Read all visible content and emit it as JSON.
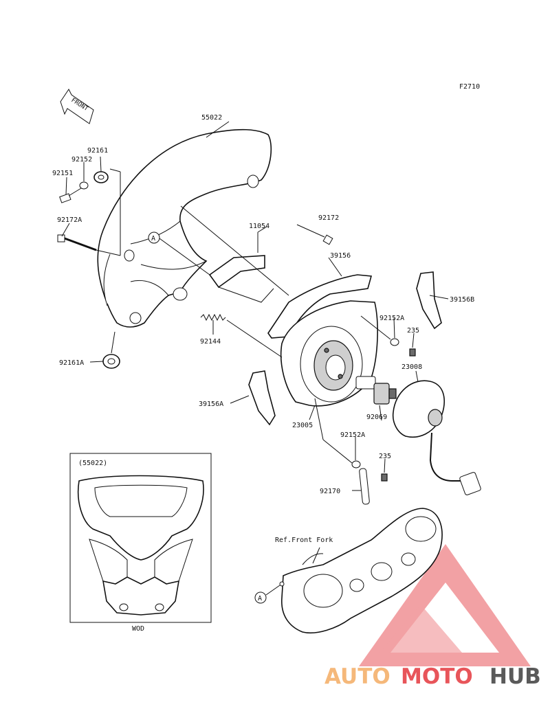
{
  "figure_code": "F2710",
  "front_arrow": "FRONT",
  "labels": {
    "p55022": "55022",
    "p92161": "92161",
    "p92152": "92152",
    "p92151": "92151",
    "p92172A": "92172A",
    "p11054": "11054",
    "p92172": "92172",
    "p39156": "39156",
    "p39156B": "39156B",
    "p92152A_top": "92152A",
    "p235_top": "235",
    "p23008": "23008",
    "p92144": "92144",
    "p92161A": "92161A",
    "p39156A": "39156A",
    "p23005": "23005",
    "p92069": "92069",
    "p92152A_bot": "92152A",
    "p235_bot": "235",
    "p92170": "92170",
    "ref_front_fork": "Ref.Front Fork",
    "callout_a": "A"
  },
  "inset": {
    "title": "(55022)",
    "caption": "WOD"
  },
  "watermark": {
    "part1": "AUTO",
    "part2": "MOTO",
    "part3": "HUB",
    "color1": "#f5b87a",
    "color2": "#e8555a",
    "color3": "#5a5a5a"
  }
}
